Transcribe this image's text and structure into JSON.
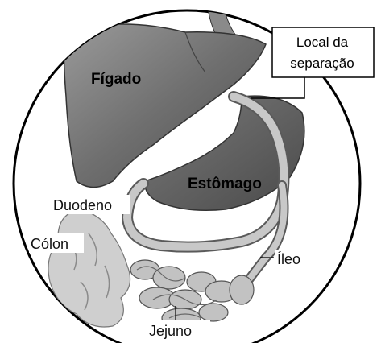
{
  "labels": {
    "liver": "Fígado",
    "stomach": "Estômago",
    "duodenum": "Duodeno",
    "colon": "Cólon",
    "ileum": "Íleo",
    "jejunum": "Jejuno",
    "separation_line1": "Local da",
    "separation_line2": "separação"
  }
}
